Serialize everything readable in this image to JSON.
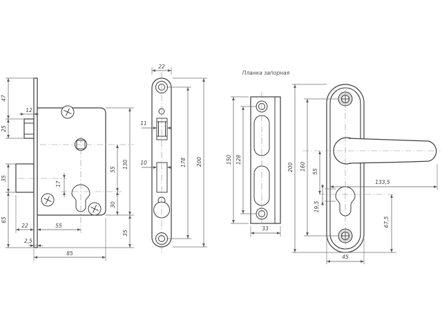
{
  "drawing": {
    "strike_plate_title": "Планка запорная",
    "lock_side_view": {
      "dim_47": "47",
      "dim_12": "12",
      "dim_25": "25",
      "dim_35_bolt": "35",
      "dim_65": "65",
      "dim_17": "17",
      "dim_22": "22",
      "dim_55_backset": "55",
      "dim_2_5": "2,5",
      "dim_85": "85",
      "dim_55_vert": "55",
      "dim_30": "30",
      "dim_130": "130",
      "dim_35_vert": "35"
    },
    "faceplate_view": {
      "dim_22": "22",
      "dim_11": "11",
      "dim_10": "10",
      "dim_178": "178",
      "dim_200": "200"
    },
    "strike_plate_view": {
      "dim_150": "150",
      "dim_128": "128",
      "dim_33": "33"
    },
    "handle_view": {
      "dim_200": "200",
      "dim_160": "160",
      "dim_55": "55",
      "dim_19_5": "19,5",
      "dim_133_5": "133,5",
      "dim_67_5": "67,5",
      "dim_45": "45"
    }
  }
}
